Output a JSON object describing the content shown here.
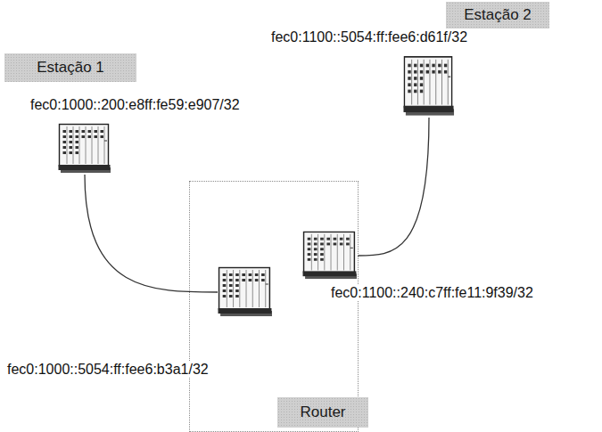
{
  "diagram": {
    "nodes": [
      {
        "text": [
          "Estação 1"
        ]
      },
      {
        "text": [
          "fec0:1000::200:e8ff:fe59:e907/32"
        ]
      },
      {
        "text": [
          "Router"
        ]
      },
      {
        "text": [
          "fec0:1000::5054:ff:fee6:b3a1/32"
        ],
        "in": 2
      },
      {
        "text": [
          "fec0:1100::240:c7ff:fe11:9f39/32"
        ],
        "in": 2
      },
      {
        "text": [
          "Estação 2"
        ]
      },
      {
        "text": [
          "fec0:1100::5054:ff:fee6:d61f/32"
        ]
      }
    ],
    "edges": [
      {
        "from": 1,
        "to": 3,
        "arrow": "none"
      },
      {
        "from": 4,
        "to": 6,
        "arrow": "none"
      }
    ]
  }
}
